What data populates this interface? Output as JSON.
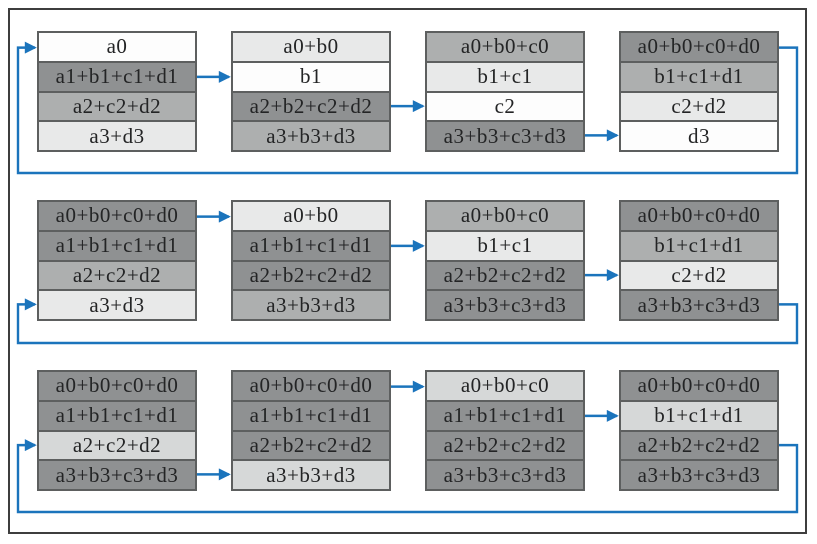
{
  "figure": {
    "colors": {
      "arrow": "#1b74bc",
      "cell_border": "#5d5f5f",
      "frame_border": "#3e3e3e",
      "text": "#232425",
      "shades": {
        "white": "#fdfdfd",
        "light": "#e8e9e9",
        "light_receive": "#d6d8d8",
        "medium": "#adafaf",
        "dark": "#8f9192"
      }
    },
    "rows": [
      {
        "boxes": [
          {
            "cells": [
              {
                "text": "a0",
                "shade": "white"
              },
              {
                "text": "a1+b1+c1+d1",
                "shade": "dark"
              },
              {
                "text": "a2+c2+d2",
                "shade": "medium"
              },
              {
                "text": "a3+d3",
                "shade": "light"
              }
            ]
          },
          {
            "cells": [
              {
                "text": "a0+b0",
                "shade": "light"
              },
              {
                "text": "b1",
                "shade": "white"
              },
              {
                "text": "a2+b2+c2+d2",
                "shade": "dark"
              },
              {
                "text": "a3+b3+d3",
                "shade": "medium"
              }
            ]
          },
          {
            "cells": [
              {
                "text": "a0+b0+c0",
                "shade": "medium"
              },
              {
                "text": "b1+c1",
                "shade": "light"
              },
              {
                "text": "c2",
                "shade": "white"
              },
              {
                "text": "a3+b3+c3+d3",
                "shade": "dark"
              }
            ]
          },
          {
            "cells": [
              {
                "text": "a0+b0+c0+d0",
                "shade": "dark"
              },
              {
                "text": "b1+c1+d1",
                "shade": "medium"
              },
              {
                "text": "c2+d2",
                "shade": "light"
              },
              {
                "text": "d3",
                "shade": "white"
              }
            ]
          }
        ],
        "arrows": [
          {
            "from": [
              0,
              1
            ],
            "to": [
              1,
              1
            ]
          },
          {
            "from": [
              1,
              2
            ],
            "to": [
              2,
              2
            ]
          },
          {
            "from": [
              2,
              3
            ],
            "to": [
              3,
              3
            ]
          }
        ],
        "wrap": {
          "from": [
            3,
            0
          ],
          "to": [
            0,
            0
          ]
        }
      },
      {
        "boxes": [
          {
            "cells": [
              {
                "text": "a0+b0+c0+d0",
                "shade": "dark"
              },
              {
                "text": "a1+b1+c1+d1",
                "shade": "dark"
              },
              {
                "text": "a2+c2+d2",
                "shade": "medium"
              },
              {
                "text": "a3+d3",
                "shade": "light"
              }
            ]
          },
          {
            "cells": [
              {
                "text": "a0+b0",
                "shade": "light"
              },
              {
                "text": "a1+b1+c1+d1",
                "shade": "dark"
              },
              {
                "text": "a2+b2+c2+d2",
                "shade": "dark"
              },
              {
                "text": "a3+b3+d3",
                "shade": "medium"
              }
            ]
          },
          {
            "cells": [
              {
                "text": "a0+b0+c0",
                "shade": "medium"
              },
              {
                "text": "b1+c1",
                "shade": "light"
              },
              {
                "text": "a2+b2+c2+d2",
                "shade": "dark"
              },
              {
                "text": "a3+b3+c3+d3",
                "shade": "dark"
              }
            ]
          },
          {
            "cells": [
              {
                "text": "a0+b0+c0+d0",
                "shade": "dark"
              },
              {
                "text": "b1+c1+d1",
                "shade": "medium"
              },
              {
                "text": "c2+d2",
                "shade": "light"
              },
              {
                "text": "a3+b3+c3+d3",
                "shade": "dark"
              }
            ]
          }
        ],
        "arrows": [
          {
            "from": [
              0,
              0
            ],
            "to": [
              1,
              0
            ]
          },
          {
            "from": [
              1,
              1
            ],
            "to": [
              2,
              1
            ]
          },
          {
            "from": [
              2,
              2
            ],
            "to": [
              3,
              2
            ]
          }
        ],
        "wrap": {
          "from": [
            3,
            3
          ],
          "to": [
            0,
            3
          ]
        }
      },
      {
        "boxes": [
          {
            "cells": [
              {
                "text": "a0+b0+c0+d0",
                "shade": "dark"
              },
              {
                "text": "a1+b1+c1+d1",
                "shade": "dark"
              },
              {
                "text": "a2+c2+d2",
                "shade": "light_receive"
              },
              {
                "text": "a3+b3+c3+d3",
                "shade": "dark"
              }
            ]
          },
          {
            "cells": [
              {
                "text": "a0+b0+c0+d0",
                "shade": "dark"
              },
              {
                "text": "a1+b1+c1+d1",
                "shade": "dark"
              },
              {
                "text": "a2+b2+c2+d2",
                "shade": "dark"
              },
              {
                "text": "a3+b3+d3",
                "shade": "light_receive"
              }
            ]
          },
          {
            "cells": [
              {
                "text": "a0+b0+c0",
                "shade": "light_receive"
              },
              {
                "text": "a1+b1+c1+d1",
                "shade": "dark"
              },
              {
                "text": "a2+b2+c2+d2",
                "shade": "dark"
              },
              {
                "text": "a3+b3+c3+d3",
                "shade": "dark"
              }
            ]
          },
          {
            "cells": [
              {
                "text": "a0+b0+c0+d0",
                "shade": "dark"
              },
              {
                "text": "b1+c1+d1",
                "shade": "light_receive"
              },
              {
                "text": "a2+b2+c2+d2",
                "shade": "dark"
              },
              {
                "text": "a3+b3+c3+d3",
                "shade": "dark"
              }
            ]
          }
        ],
        "arrows": [
          {
            "from": [
              0,
              3
            ],
            "to": [
              1,
              3
            ]
          },
          {
            "from": [
              1,
              0
            ],
            "to": [
              2,
              0
            ]
          },
          {
            "from": [
              2,
              1
            ],
            "to": [
              3,
              1
            ]
          }
        ],
        "wrap": {
          "from": [
            3,
            2
          ],
          "to": [
            0,
            2
          ]
        }
      }
    ]
  }
}
